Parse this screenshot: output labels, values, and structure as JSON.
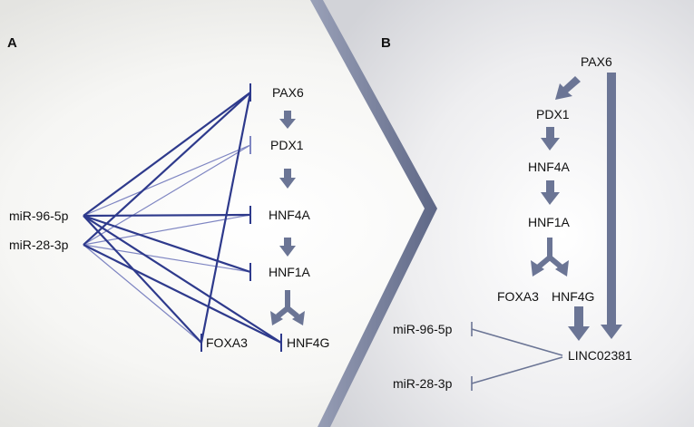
{
  "panel_a": {
    "letter": "A",
    "mirnas": [
      "miR-96-5p",
      "miR-28-3p"
    ],
    "genes": [
      "PAX6",
      "PDX1",
      "HNF4A",
      "HNF1A",
      "FOXA3",
      "HNF4G"
    ]
  },
  "panel_b": {
    "letter": "B",
    "nodes": [
      "PAX6",
      "PDX1",
      "HNF4A",
      "HNF1A",
      "FOXA3",
      "HNF4G",
      "LINC02381",
      "miR-96-5p",
      "miR-28-3p"
    ]
  },
  "colors": {
    "strong_edge": "#2e3a8c",
    "weak_edge": "#7f86c2",
    "arrow": "#6b7595",
    "panel_b_bg": "#dfe0e3",
    "panel_a_bg": "#f7f7f5"
  }
}
